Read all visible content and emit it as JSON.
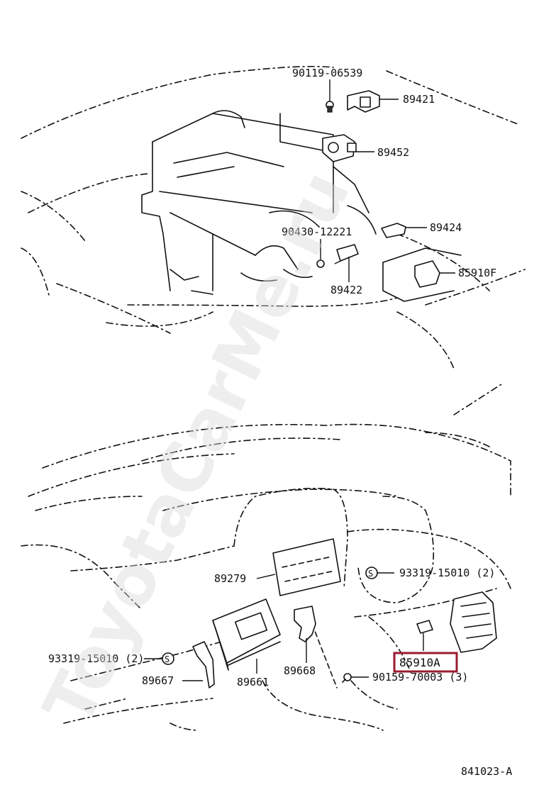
{
  "watermark": "ToyotaCarMe.ru",
  "diagram_code": "841023-A",
  "highlighted_part": "85910A",
  "parts": {
    "p90119": "90119-06539",
    "p89421": "89421",
    "p89452": "89452",
    "p90430": "90430-12221",
    "p89424": "89424",
    "p89422": "89422",
    "p85910F": "85910F",
    "p89279": "89279",
    "p93319_right": "93319-15010 (2)",
    "p93319_left": "93319-15010 (2)",
    "p85910A": "85910A",
    "p89668": "89668",
    "p89667": "89667",
    "p89661": "89661",
    "p90159": "90159-70003 (3)"
  },
  "symbol_s": "S"
}
